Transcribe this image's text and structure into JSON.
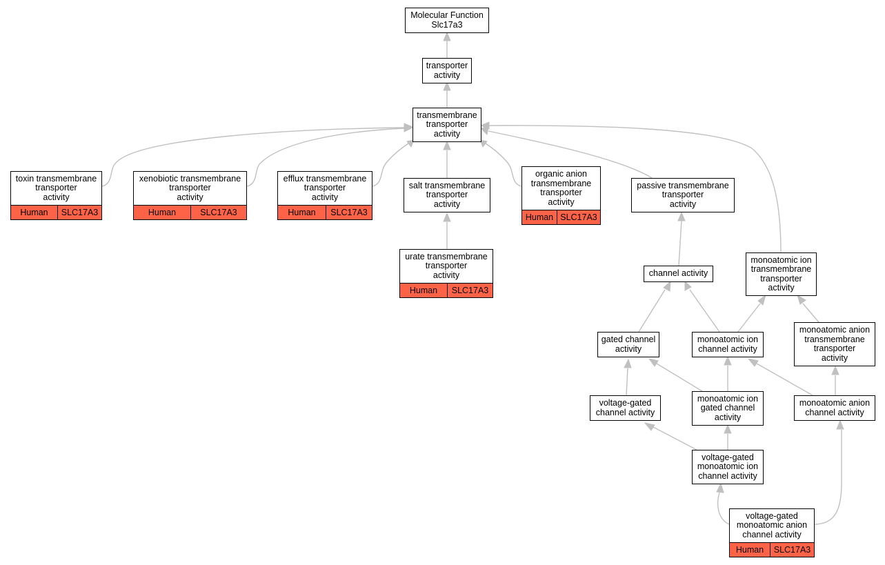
{
  "species": "Human",
  "gene": "SLC17A3",
  "nodes": {
    "root": "Molecular Function\nSlc17a3",
    "transporter": "transporter\nactivity",
    "tm_transporter": "transmembrane\ntransporter\nactivity",
    "toxin": "toxin transmembrane\ntransporter\nactivity",
    "xenobiotic": "xenobiotic transmembrane\ntransporter\nactivity",
    "efflux": "efflux transmembrane\ntransporter\nactivity",
    "salt": "salt transmembrane\ntransporter\nactivity",
    "organic_anion": "organic anion\ntransmembrane\ntransporter\nactivity",
    "passive": "passive transmembrane\ntransporter\nactivity",
    "urate": "urate transmembrane\ntransporter\nactivity",
    "channel": "channel activity",
    "ion_tm": "monoatomic ion\ntransmembrane\ntransporter\nactivity",
    "gated_channel": "gated channel\nactivity",
    "ion_channel": "monoatomic ion\nchannel activity",
    "anion_tm": "monoatomic anion\ntransmembrane\ntransporter\nactivity",
    "vg_channel": "voltage-gated\nchannel activity",
    "ion_gated": "monoatomic ion\ngated channel\nactivity",
    "anion_channel": "monoatomic anion\nchannel activity",
    "vg_ion_channel": "voltage-gated\nmonoatomic ion\nchannel activity",
    "vg_anion_channel": "voltage-gated\nmonoatomic anion\nchannel activity"
  },
  "colors": {
    "annotation_fill": "#ff6347",
    "edge": "#c0c0c0",
    "border": "#000000"
  }
}
